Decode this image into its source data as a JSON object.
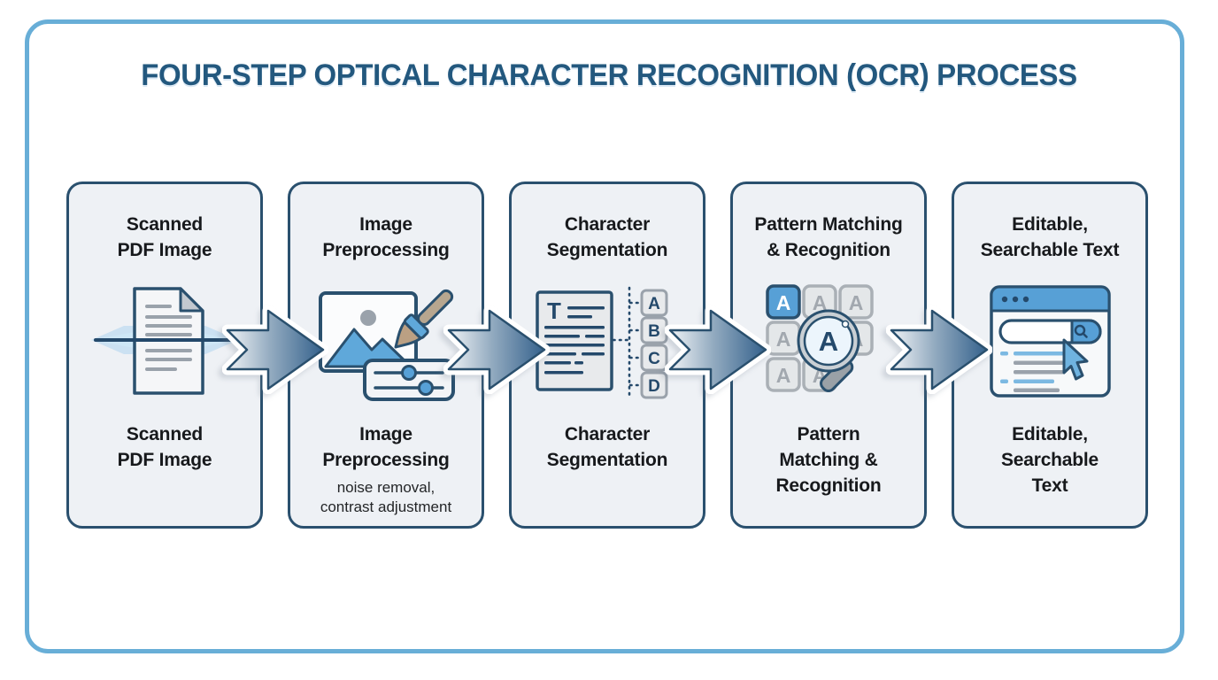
{
  "title": "FOUR-STEP OPTICAL CHARACTER RECOGNITION (OCR) PROCESS",
  "colors": {
    "frame_border": "#68aed7",
    "card_border": "#2a506e",
    "card_bg": "#eef1f5",
    "title_text": "#23587e",
    "accent_blue": "#57a0d6",
    "accent_light_blue": "#7cb9e2",
    "arrow_dark": "#34618c"
  },
  "steps": [
    {
      "top_label": "Scanned\nPDF Image",
      "bottom_label": "Scanned\nPDF Image",
      "icon": "scanned-document-icon"
    },
    {
      "top_label": "Image\nPreprocessing",
      "bottom_label": "Image\nPreprocessing",
      "subtitle": "noise removal,\ncontrast adjustment",
      "icon": "image-preprocessing-icon"
    },
    {
      "top_label": "Character\nSegmentation",
      "bottom_label": "Character\nSegmentation",
      "icon": "character-segmentation-icon",
      "doc_letter": "T",
      "letters": [
        "A",
        "B",
        "C",
        "D"
      ]
    },
    {
      "top_label": "Pattern Matching\n& Recognition",
      "bottom_label": "Pattern\nMatching &\nRecognition",
      "icon": "pattern-matching-icon",
      "tile_letter": "A",
      "lens_letter": "A"
    },
    {
      "top_label": "Editable,\nSearchable Text",
      "bottom_label": "Editable,\nSearchable\nText",
      "icon": "editable-searchable-text-icon"
    }
  ]
}
